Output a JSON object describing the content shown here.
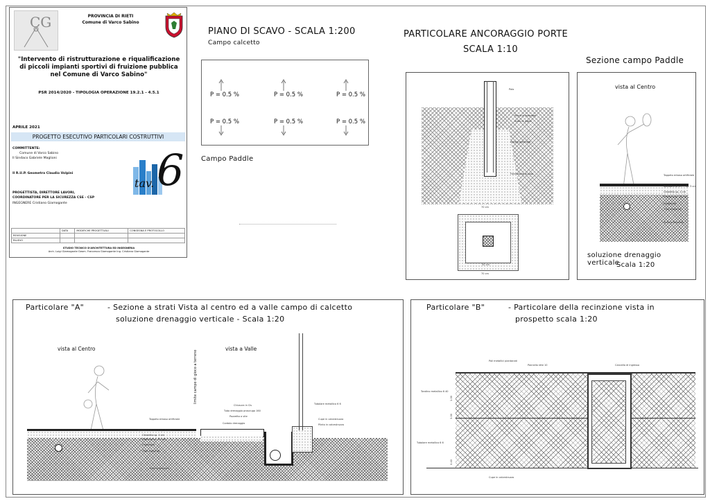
{
  "title_block": {
    "logo_text": "CG",
    "province": "PROVINCIA DI RIETI",
    "municipality": "Comune di Varco Sabino",
    "project_title": "\"Intervento di ristrutturazione e riqualificazione di piccoli impianti sportivi di fruizione pubblica nel Comune di Varco Sabino\"",
    "psr": "PSR 2014/2020 - TIPOLOGIA OPERAZIONE 19.2.1 - 4.5.1",
    "date": "APRILE 2021",
    "phase": "PROGETTO ESECUTIVO PARTICOLARI COSTRUTTIVI",
    "committente_label": "COMMITTENTE:",
    "committente_1": "Comune di Varco Sabino",
    "committente_2": "Il Sindaco Gabriele Maglioni",
    "rup": "Il R.U.P. Geometra Claudio Volpini",
    "designer_1": "PROGETTISTA, DIRETTORE LAVORI,",
    "designer_2": "COORDINATORE PER LA SICUREZZA CSE - CSP",
    "designer_3": "INGEGNERE Cristiano Giamogante",
    "tav_label": "tav.",
    "tav_number": "6",
    "table_headers": [
      "",
      "DATA",
      "MODIFICHE PROGETTUALI",
      "CONSEGNA E PROTOCOLLO"
    ],
    "table_rows": [
      "REVISIONE",
      "RILIEVO"
    ],
    "studio": "STUDIO TECNICO D'ARCHITETTURA ED INGEGNERIA",
    "studio_names": "Arch. Luigi Giamogante Geom. Francesco Giamogante Ing. Cristiano Giamogante"
  },
  "scavo": {
    "title": "PIANO DI SCAVO - SCALA 1:200",
    "subtitle": "Campo calcetto",
    "slopes": [
      "P = 0.5 %",
      "P = 0.5 %",
      "P = 0.5 %",
      "P = 0.5 %",
      "P = 0.5 %",
      "P = 0.5 %"
    ],
    "paddle_label": "Campo Paddle"
  },
  "ancoraggio": {
    "title": "PARTICOLARE ANCORAGGIO PORTE",
    "scale": "SCALA 1:10",
    "labels": [
      "Palo",
      "Plinto in plasmato",
      "Scolo in legno",
      "Sabbia plasmata",
      "Fondazione in palo"
    ],
    "dims": [
      "70 cm",
      "50 cm",
      "70 cm"
    ]
  },
  "paddle": {
    "title": "Sezione campo Paddle",
    "view": "vista al Centro",
    "labels": [
      "Tappeto erboso artificiale",
      "Spessore di cm + sp. 3 cm",
      "Ghiaietto sp. 4 cm",
      "Pietrisco sp. 10 cm",
      "Geotessile",
      "Tubo drenante",
      "Terreno Naturale"
    ],
    "caption_1": "soluzione drenaggio verticale",
    "caption_2": "Scala 1:20"
  },
  "particolare_a": {
    "label": "Particolare \"A\"",
    "title_1": "- Sezione a strati Vista al centro ed a valle campo di calcetto",
    "title_2": "soluzione drenaggio verticale - Scala 1:20",
    "view_centro": "vista al Centro",
    "view_valle": "vista a Valle",
    "side_label": "limite campo di gioco a terreno",
    "labels": [
      "Tappeto erboso artificiale",
      "Spessore di cm + sp. 3 cm",
      "Ghiaietto sp. 4 cm",
      "Pietrisco sp. 10 cm",
      "Geotessile",
      "Tubo drenante",
      "Terreno Naturale",
      "Chiusura in Cls",
      "Tubo drenaggio prosciugo 160",
      "Pozzetto a vite",
      "Cordolo drenaggio",
      "Tubolare metallico 6 6",
      "Cupe in calcestruzzo",
      "Plinto in calcestruzzo"
    ]
  },
  "particolare_b": {
    "label": "Particolare \"B\"",
    "title_1": "- Particolare della recinzione vista in",
    "title_2": "prospetto scala 1:20",
    "labels": [
      "Pali metallici piantonati",
      "Pannello rete 10",
      "Cancello di ingresso",
      "Tondino metallico 6 40",
      "Tubolare metallico 6 6",
      "Cupe in calcestruzzo"
    ],
    "dims": [
      "1.00",
      "3.00",
      "0.40"
    ]
  },
  "colors": {
    "band": "#d6e6f5",
    "crest_red": "#c8102e",
    "crest_gold": "#e0b000",
    "tav_blue": "#2a7fc9"
  }
}
